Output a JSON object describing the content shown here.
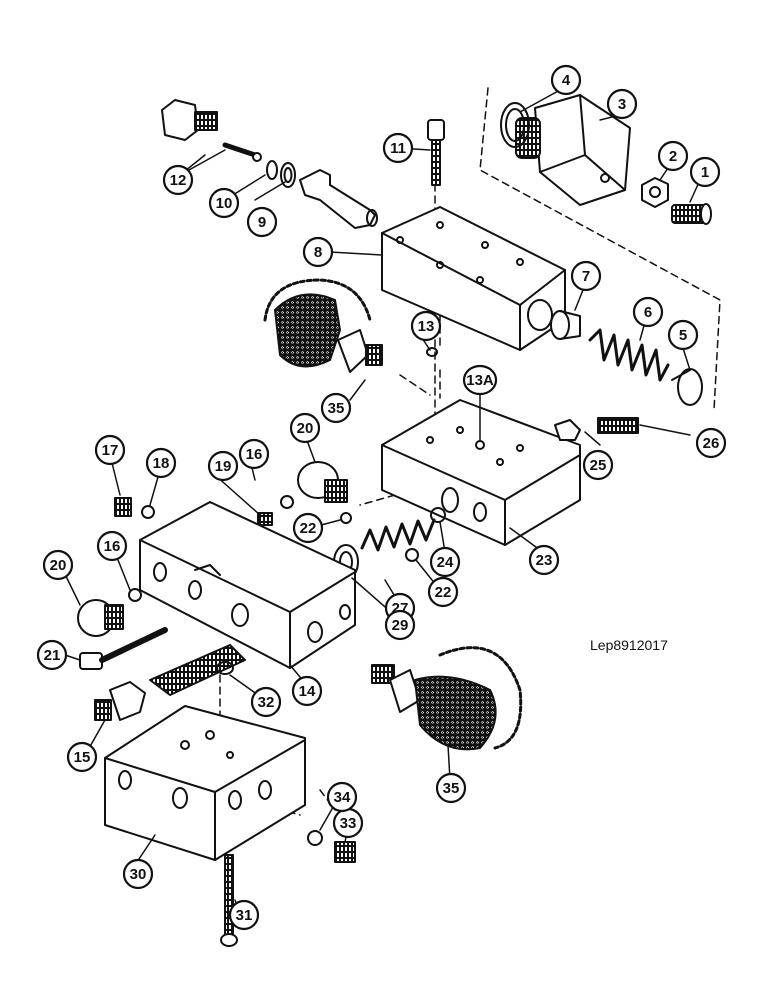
{
  "diagram": {
    "reference_code": "Lep8912017",
    "callouts": [
      "1",
      "2",
      "3",
      "4",
      "5",
      "6",
      "7",
      "8",
      "9",
      "10",
      "11",
      "12",
      "13",
      "13A",
      "14",
      "15",
      "16",
      "16",
      "17",
      "18",
      "19",
      "20",
      "20",
      "21",
      "22",
      "22",
      "23",
      "24",
      "25",
      "26",
      "27",
      "29",
      "30",
      "31",
      "32",
      "33",
      "34",
      "35",
      "35"
    ]
  },
  "colors": {
    "ink": "#111111",
    "paper": "#ffffff",
    "shade": "#cfcfcf"
  }
}
